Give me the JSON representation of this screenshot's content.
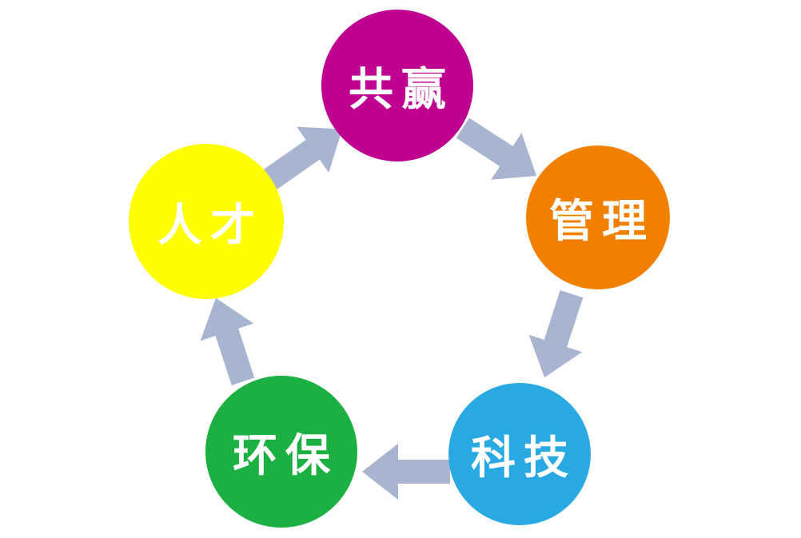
{
  "diagram": {
    "type": "cycle",
    "direction": "clockwise",
    "text_color": "#FFFFFF",
    "arrow_color": "#A8B4D0",
    "background_color": "#FFFFFF",
    "nodes": [
      {
        "id": "winwin",
        "label": "共赢",
        "color": "#C00090"
      },
      {
        "id": "management",
        "label": "管理",
        "color": "#F28000"
      },
      {
        "id": "technology",
        "label": "科技",
        "color": "#29A9E1"
      },
      {
        "id": "environment",
        "label": "环保",
        "color": "#1CB043"
      },
      {
        "id": "talent",
        "label": "人才",
        "color": "#FFFF00"
      }
    ],
    "edges": [
      {
        "from": "人才",
        "to": "共赢"
      },
      {
        "from": "共赢",
        "to": "管理"
      },
      {
        "from": "管理",
        "to": "科技"
      },
      {
        "from": "科技",
        "to": "环保"
      },
      {
        "from": "环保",
        "to": "人才"
      }
    ]
  }
}
